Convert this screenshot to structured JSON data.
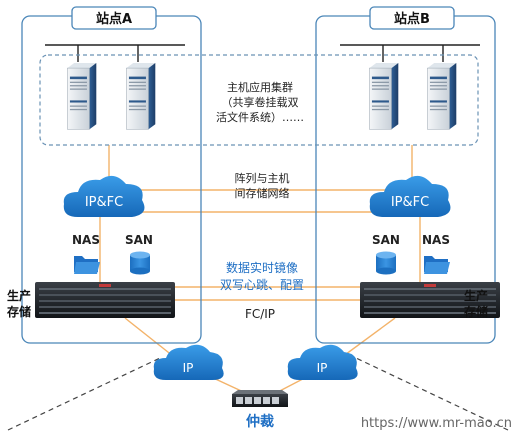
{
  "sites": {
    "a": {
      "title": "站点A",
      "storage_label_line1": "生产",
      "storage_label_line2": "存储"
    },
    "b": {
      "title": "站点B",
      "storage_label_line1": "生产",
      "storage_label_line2": "存储"
    }
  },
  "cluster": {
    "line1": "主机应用集群",
    "line2": "（共享卷挂载双",
    "line3": "活文件系统）……"
  },
  "storage_network": {
    "line1": "阵列与主机",
    "line2": "间存储网络"
  },
  "clouds": {
    "ipfc_left": "IP&FC",
    "ipfc_right": "IP&FC",
    "ip_left": "IP",
    "ip_right": "IP"
  },
  "labels": {
    "nas_left": "NAS",
    "san_left": "SAN",
    "san_right": "SAN",
    "nas_right": "NAS",
    "mirror_line1": "数据实时镜像",
    "mirror_line2": "双写心跳、配置",
    "fcip": "FC/IP",
    "arbitration": "仲裁",
    "watermark": "https://www.mr-mao.cn"
  },
  "colors": {
    "site_border": "#4a86b8",
    "cluster_border": "#6a92b5",
    "cloud": "#1f82d4",
    "ip_cloud": "#2a8fe0",
    "orange_line": "#f3b36a",
    "blue_text": "#1f6fc4",
    "dashed_black": "#444444"
  }
}
